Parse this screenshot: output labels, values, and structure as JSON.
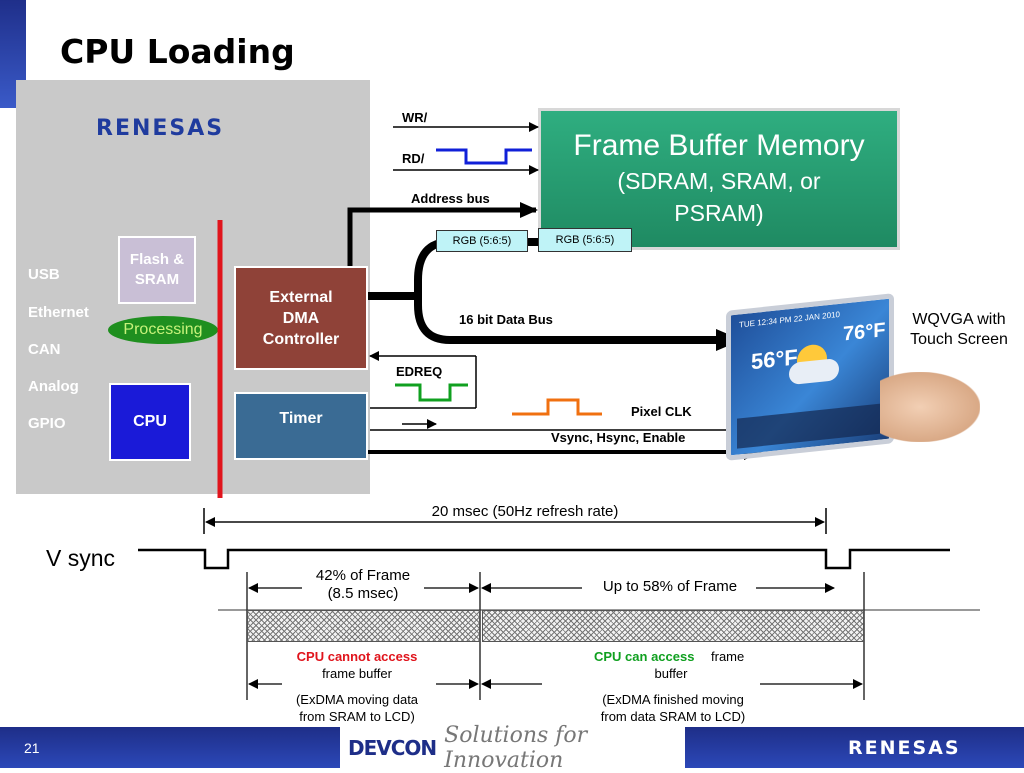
{
  "slide": {
    "title": "CPU Loading",
    "page_number": "21"
  },
  "mcu": {
    "logo": "RENESAS",
    "peripherals": [
      "USB",
      "Ethernet",
      "CAN",
      "Analog",
      "GPIO"
    ],
    "flash_label": "Flash &\nSRAM",
    "processing_label": "Processing",
    "cpu_label": "CPU",
    "dma_label": "External\nDMA\nController",
    "timer_label": "Timer"
  },
  "frame_buffer": {
    "title": "Frame Buffer Memory",
    "subtitle": "(SDRAM, SRAM, or\nPSRAM)"
  },
  "signals": {
    "wr": "WR/",
    "rd": "RD/",
    "address_bus": "Address bus",
    "rgb_1": "RGB (5:6:5)",
    "rgb_2": "RGB  (5:6:5)",
    "data_bus": "16 bit Data Bus",
    "edreq": "EDREQ",
    "pixel_clk": "Pixel CLK",
    "vsync_etc": "Vsync, Hsync, Enable"
  },
  "display": {
    "label": "WQVGA with\nTouch Screen",
    "temp_left": "56°F",
    "temp_right": "76°F",
    "time": "TUE  12:34 PM  22 JAN 2010"
  },
  "timing": {
    "period_label": "20 msec (50Hz refresh rate)",
    "vsync_label": "V sync",
    "busy_fraction_label": "42% of Frame\n(8.5 msec)",
    "free_fraction_label": "Up to 58% of Frame",
    "cannot_access": "CPU cannot access",
    "cannot_access_rest": "frame buffer",
    "cannot_access_note": "(ExDMA moving data\nfrom SRAM to LCD)",
    "can_access": "CPU can access",
    "can_access_rest_1": "frame",
    "can_access_rest_2": "buffer",
    "can_access_note": "(ExDMA finished moving\nfrom data SRAM to LCD)",
    "busy_fraction": 0.42,
    "free_fraction": 0.58
  },
  "footer": {
    "brand": "DEVCON",
    "tagline": "Solutions for Innovation",
    "logo": "RENESAS"
  },
  "colors": {
    "accent_red": "#e0141c",
    "cpu_blue": "#1a1ad8",
    "dma_brown": "#8f4238",
    "timer_blue": "#3a6b94",
    "frame_green": "#2a9a70",
    "processing_green": "#1f8f1f",
    "signal_blue": "#1020d8",
    "signal_green": "#10a020",
    "signal_orange": "#f07010"
  }
}
